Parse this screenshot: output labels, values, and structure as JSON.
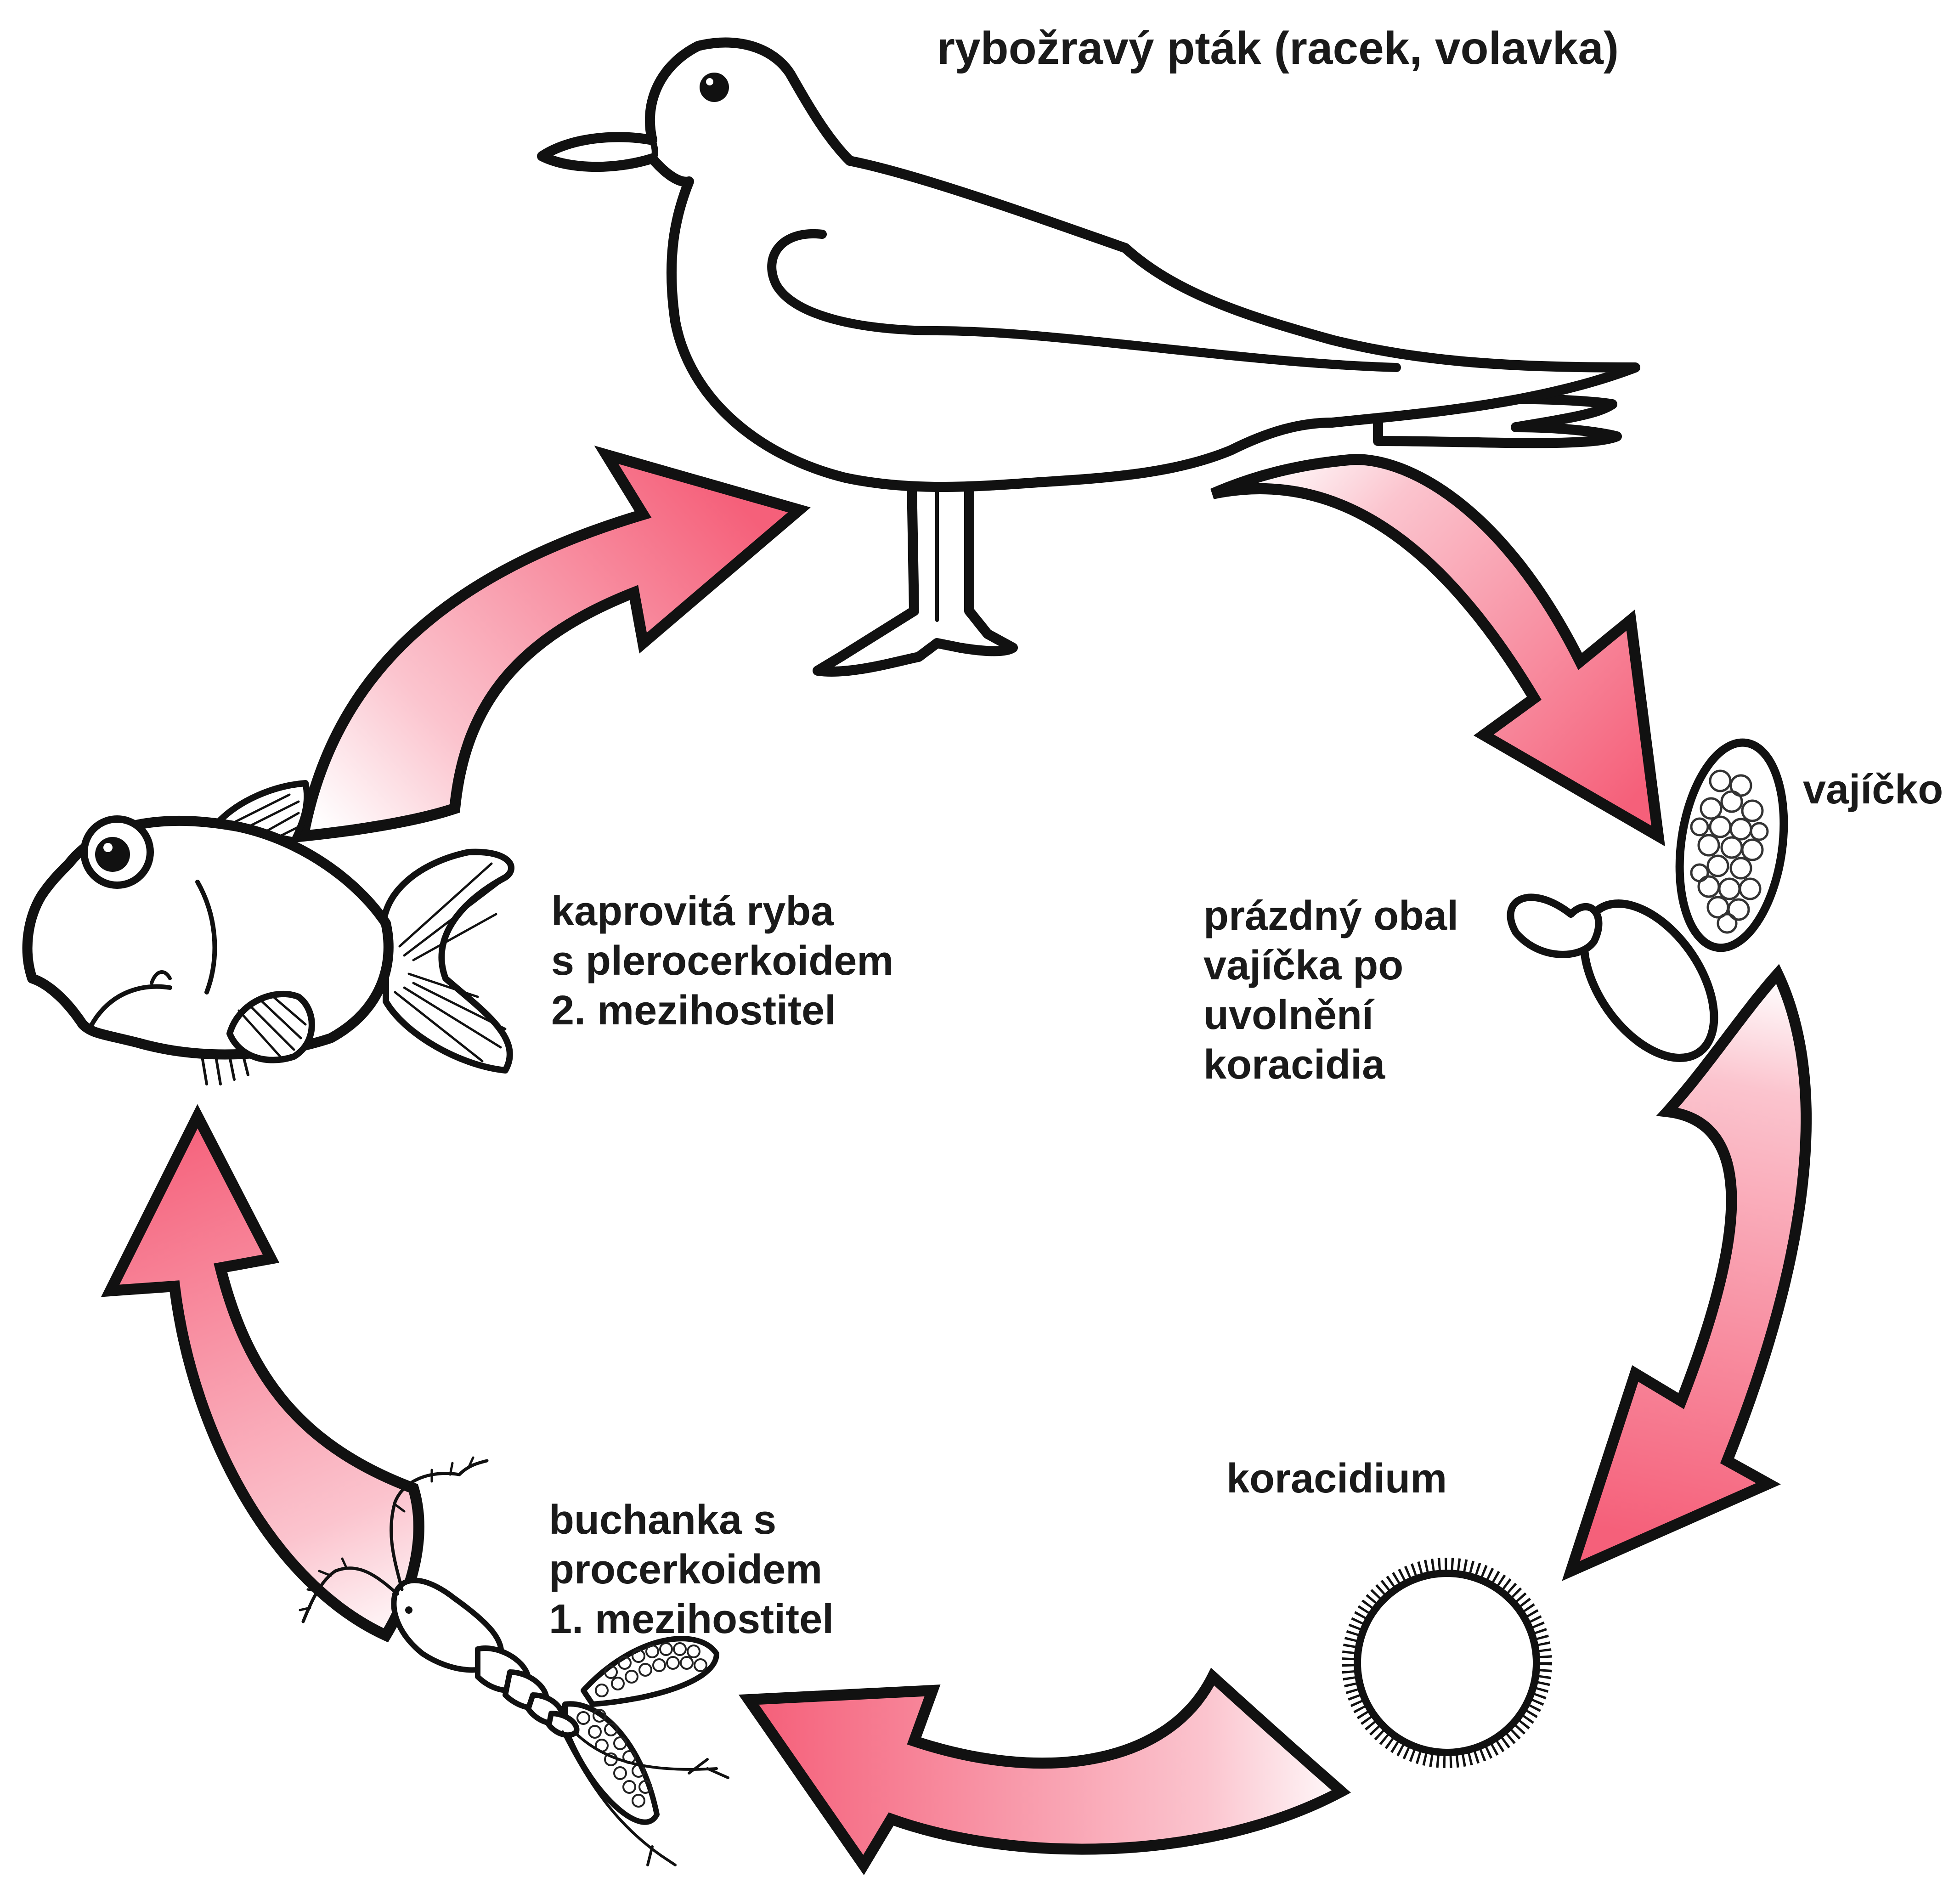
{
  "labels": {
    "bird": "rybožravý pták (racek, volavka)",
    "egg": "vajíčko",
    "empty_shell": "prázdný obal\nvajíčka po\nuvolnění\nkoracidia",
    "coracidium": "koracidium",
    "copepod": "buchanka s\nprocerkoidem\n1. mezihostitel",
    "fish": "kaprovitá ryba\ns plerocerkoidem\n2. mezihostitel"
  },
  "colors": {
    "arrow_fill": "#f5607a",
    "arrow_fade": "#ffffff",
    "outline": "#111111",
    "text": "#1a1a1a"
  },
  "icons": [
    "bird-icon",
    "egg-icon",
    "empty-eggshell-icon",
    "coracidium-icon",
    "copepod-icon",
    "fish-icon"
  ]
}
